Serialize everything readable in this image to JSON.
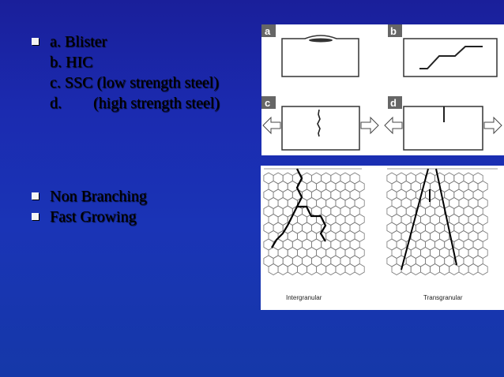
{
  "bullet_list_1": {
    "lines": [
      "a. Blister",
      "b. HIC",
      "c. SSC (low strength steel)",
      "d.        (high strength steel)"
    ]
  },
  "bullet_list_2": {
    "items": [
      "Non Branching",
      "Fast Growing"
    ]
  },
  "figure_top": {
    "panel_labels": [
      "a",
      "b",
      "c",
      "d"
    ]
  },
  "figure_bottom": {
    "left_caption": "Intergranular",
    "right_caption": "Transgranular"
  },
  "colors": {
    "background": "#1a2fb0",
    "text": "#ffffff"
  }
}
